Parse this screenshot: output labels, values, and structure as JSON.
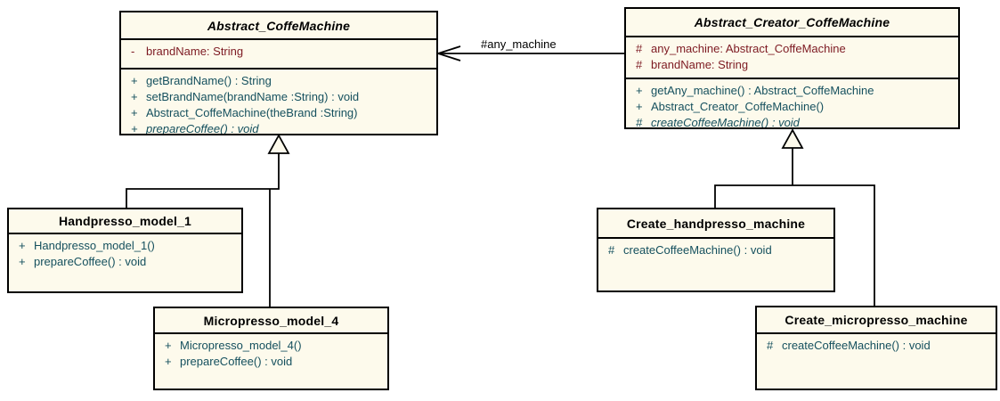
{
  "diagram": {
    "kind": "uml-class-diagram",
    "colors": {
      "class_fill": "#fdfaec",
      "border": "#000000",
      "attribute_text": "#7d1a22",
      "method_text": "#15505e",
      "title_text": "#000000"
    },
    "association": {
      "label": "#any_machine"
    },
    "classes": [
      {
        "name": "Abstract_CoffeMachine",
        "abstract": true,
        "attributes": [
          {
            "vis": "-",
            "text": "brandName: String"
          }
        ],
        "methods": [
          {
            "vis": "+",
            "text": "getBrandName() : String"
          },
          {
            "vis": "+",
            "text": "setBrandName(brandName :String) : void"
          },
          {
            "vis": "+",
            "text": "Abstract_CoffeMachine(theBrand :String)"
          },
          {
            "vis": "+",
            "text": "prepareCoffee() : void",
            "abstract": true
          }
        ]
      },
      {
        "name": "Abstract_Creator_CoffeMachine",
        "abstract": true,
        "attributes": [
          {
            "vis": "#",
            "text": "any_machine: Abstract_CoffeMachine"
          },
          {
            "vis": "#",
            "text": "brandName: String"
          }
        ],
        "methods": [
          {
            "vis": "+",
            "text": "getAny_machine() : Abstract_CoffeMachine"
          },
          {
            "vis": "+",
            "text": "Abstract_Creator_CoffeMachine()"
          },
          {
            "vis": "#",
            "text": "createCoffeeMachine() : void",
            "abstract": true
          }
        ]
      },
      {
        "name": "Handpresso_model_1",
        "abstract": false,
        "attributes": [],
        "methods": [
          {
            "vis": "+",
            "text": "Handpresso_model_1()"
          },
          {
            "vis": "+",
            "text": "prepareCoffee() : void"
          }
        ]
      },
      {
        "name": "Micropresso_model_4",
        "abstract": false,
        "attributes": [],
        "methods": [
          {
            "vis": "+",
            "text": "Micropresso_model_4()"
          },
          {
            "vis": "+",
            "text": "prepareCoffee() : void"
          }
        ]
      },
      {
        "name": "Create_handpresso_machine",
        "abstract": false,
        "attributes": [],
        "methods": [
          {
            "vis": "#",
            "text": "createCoffeeMachine() : void"
          }
        ]
      },
      {
        "name": "Create_micropresso_machine",
        "abstract": false,
        "attributes": [],
        "methods": [
          {
            "vis": "#",
            "text": "createCoffeeMachine() : void"
          }
        ]
      }
    ],
    "relationships": [
      {
        "type": "association",
        "from": "Abstract_Creator_CoffeMachine",
        "to": "Abstract_CoffeMachine",
        "label": "#any_machine"
      },
      {
        "type": "generalization",
        "from": "Handpresso_model_1",
        "to": "Abstract_CoffeMachine"
      },
      {
        "type": "generalization",
        "from": "Micropresso_model_4",
        "to": "Abstract_CoffeMachine"
      },
      {
        "type": "generalization",
        "from": "Create_handpresso_machine",
        "to": "Abstract_Creator_CoffeMachine"
      },
      {
        "type": "generalization",
        "from": "Create_micropresso_machine",
        "to": "Abstract_Creator_CoffeMachine"
      }
    ]
  }
}
